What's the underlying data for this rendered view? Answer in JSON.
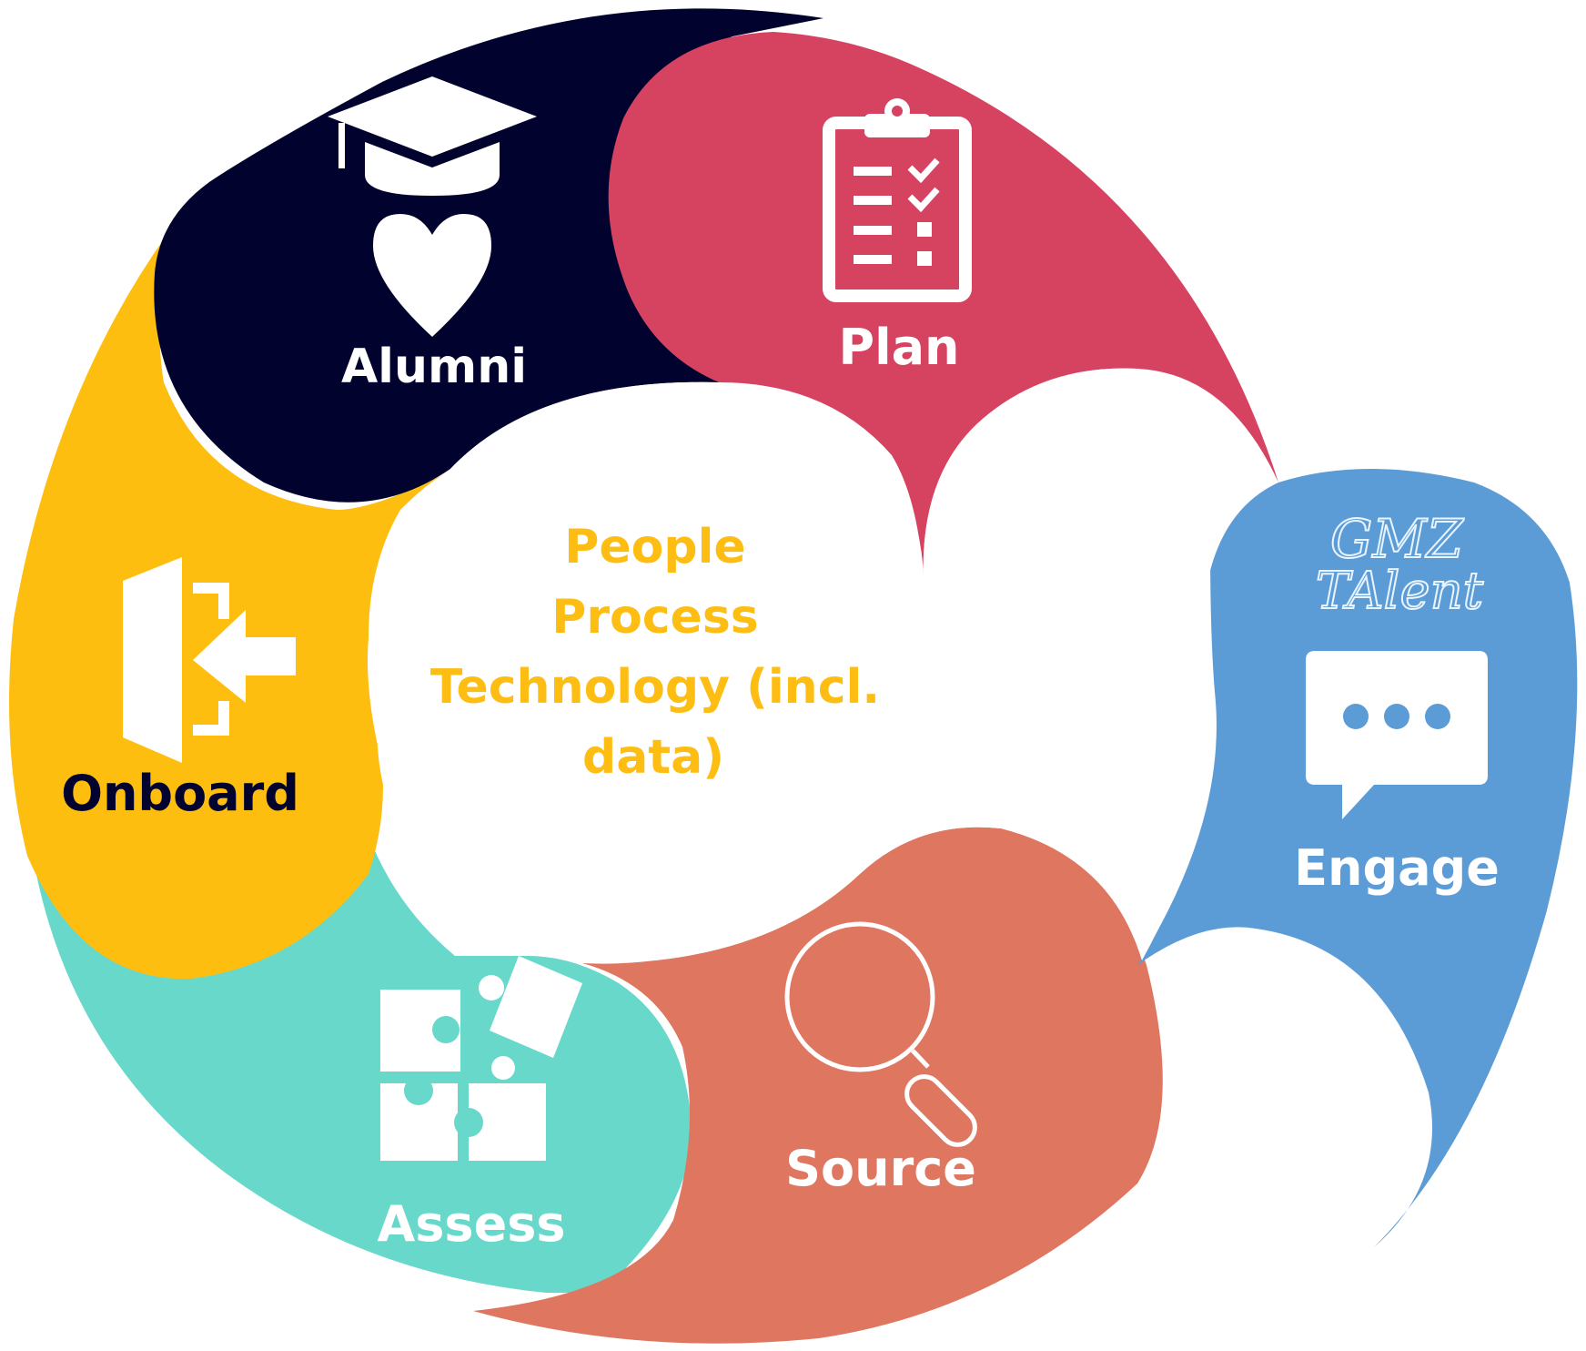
{
  "center": {
    "lines": [
      "People",
      "Process",
      "Technology (incl.",
      "data)"
    ],
    "color": "#FDBD12"
  },
  "stages": {
    "plan": {
      "label": "Plan",
      "color": "#D64361",
      "icon": "clipboard-checklist-icon"
    },
    "alumni": {
      "label": "Alumni",
      "color": "#01032E",
      "icon": "graduation-cap-heart-icon"
    },
    "onboard": {
      "label": "Onboard",
      "color": "#FEBE10",
      "icon": "door-enter-icon"
    },
    "assess": {
      "label": "Assess",
      "color": "#68D8CB",
      "icon": "puzzle-pieces-icon"
    },
    "source": {
      "label": "Source",
      "color": "#DE7660",
      "icon": "magnifying-glass-icon"
    },
    "engage": {
      "label": "Engage",
      "color": "#5C9CD6",
      "icon": "chat-bubble-icon"
    }
  },
  "watermark": {
    "lines": [
      "GMZ",
      "TAlent"
    ]
  },
  "label_colors": {
    "light": "#FFFFFF",
    "dark": "#01032E"
  }
}
